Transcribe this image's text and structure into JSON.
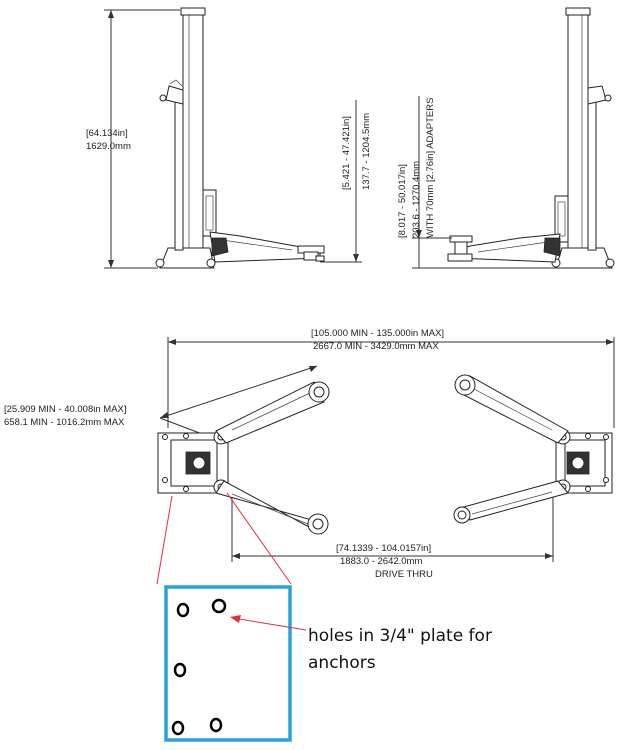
{
  "dimensions": {
    "height_in": "[64.134in]",
    "height_mm": "1629.0mm",
    "pad_range_in": "[5.421 - 47.421in]",
    "pad_range_mm": "137.7 - 1204.5mm",
    "adapter_range_in": "[8.017 - 50.017in]",
    "adapter_range_mm": "203.6 - 1270.4mm",
    "adapter_note": "WITH 70mm [2.76in] ADAPTERS",
    "overall_width_in": "[105.000 MIN - 135.000in MAX]",
    "overall_width_mm": "2667.0 MIN - 3429.0mm MAX",
    "arm_reach_in": "[25.909 MIN - 40.008in MAX]",
    "arm_reach_mm": "658.1 MIN - 1016.2mm MAX",
    "drive_thru_in": "[74.1339 - 104.0157in]",
    "drive_thru_mm": "1883.0 - 2642.0mm",
    "drive_thru_label": "DRIVE THRU"
  },
  "annotation": {
    "line1": "holes in 3/4\" plate for",
    "line2": "anchors"
  },
  "colors": {
    "detail_box": "#29a3dc",
    "leader": "#e0303a",
    "drawing": "#222222"
  }
}
